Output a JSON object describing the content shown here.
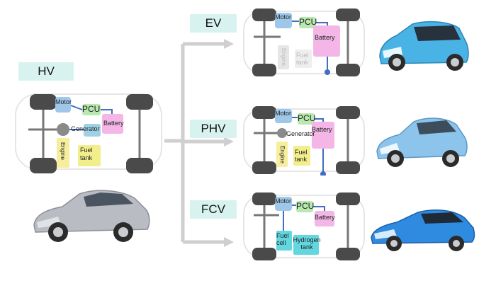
{
  "rows": {
    "hv": {
      "label": "HV",
      "motor": "Motor",
      "pcu": "PCU",
      "generator": "Generator",
      "battery": "Battery",
      "engine": "Engine",
      "fuel_tank": "Fuel tank"
    },
    "ev": {
      "label": "EV",
      "motor": "Motor",
      "pcu": "PCU",
      "battery": "Battery",
      "engine": "Engine",
      "fuel_tank": "Fuel tank"
    },
    "phv": {
      "label": "PHV",
      "motor": "Motor",
      "pcu": "PCU",
      "generator": "Generator",
      "battery": "Battery",
      "engine": "Engine",
      "fuel_tank": "Fuel tank"
    },
    "fcv": {
      "label": "FCV",
      "motor": "Motor",
      "pcu": "PCU",
      "battery": "Battery",
      "fuel_cell": "Fuel cell",
      "hydrogen_tank": "Hydrogen tank"
    }
  },
  "colors": {
    "label_bg": "#d8f3ef",
    "motor": "#9fc7ea",
    "pcu": "#b9e8b0",
    "battery": "#f3b6e6",
    "engine": "#f6ee9c",
    "fuel_tank": "#f3ee8c",
    "fuel_cell": "#62d7e0",
    "line": "#3f6ec2",
    "arrow": "#cfcfcf",
    "car_silver": "#b9bcc2",
    "car_blue": "#49b3e6",
    "car_lightblue": "#8cc4ec",
    "car_deepblue": "#2e8be0"
  }
}
